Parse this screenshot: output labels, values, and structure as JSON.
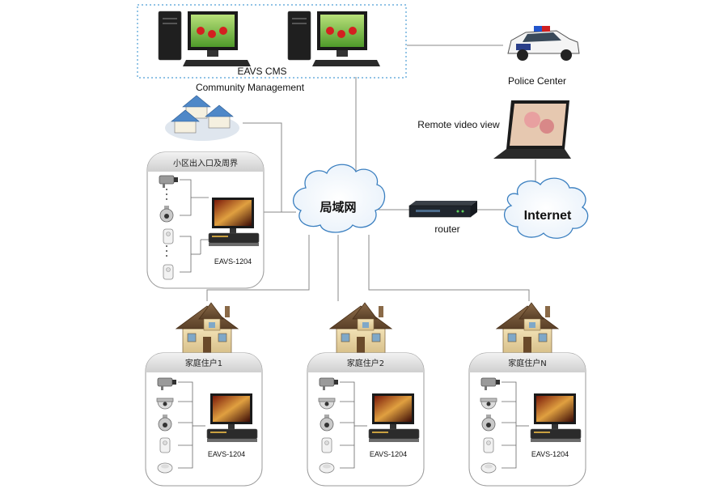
{
  "cms": {
    "title": "EAVS CMS",
    "subtitle": "Community Management"
  },
  "police": {
    "label": "Police Center"
  },
  "remote": {
    "label": "Remote video view"
  },
  "lan": {
    "label": "局域网"
  },
  "router": {
    "label": "router"
  },
  "internet": {
    "label": "Internet"
  },
  "community_entrance": {
    "title": "小区出入口及周界",
    "dvr_label": "EAVS-1204"
  },
  "households": [
    {
      "title": "家庭住户1",
      "dvr_label": "EAVS-1204"
    },
    {
      "title": "家庭住户2",
      "dvr_label": "EAVS-1204"
    },
    {
      "title": "家庭住户N",
      "dvr_label": "EAVS-1204"
    }
  ],
  "colors": {
    "connector": "#8a8a8a",
    "cms_border": "#4f9fd6",
    "cloud_outline": "#3a7fc0",
    "panel_header": "#d9d9d9"
  }
}
